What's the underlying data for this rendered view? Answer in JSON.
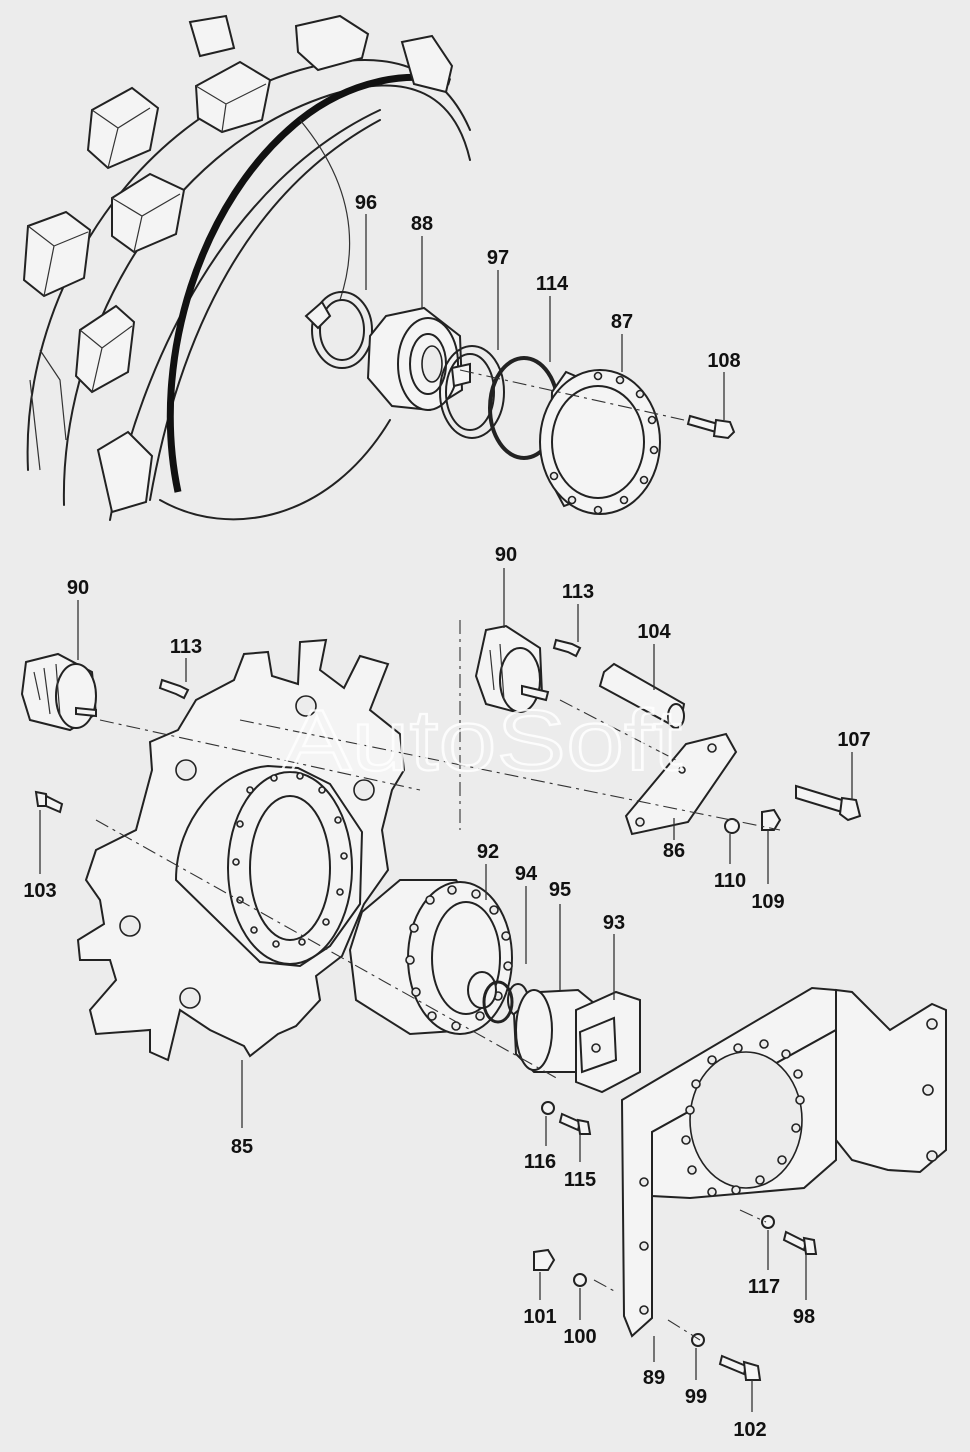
{
  "watermark": "AutoSoft",
  "callouts": [
    {
      "id": "96",
      "label": "96"
    },
    {
      "id": "88",
      "label": "88"
    },
    {
      "id": "97",
      "label": "97"
    },
    {
      "id": "114",
      "label": "114"
    },
    {
      "id": "87",
      "label": "87"
    },
    {
      "id": "108",
      "label": "108"
    },
    {
      "id": "90a",
      "label": "90"
    },
    {
      "id": "90b",
      "label": "90"
    },
    {
      "id": "113a",
      "label": "113"
    },
    {
      "id": "113b",
      "label": "113"
    },
    {
      "id": "104",
      "label": "104"
    },
    {
      "id": "107",
      "label": "107"
    },
    {
      "id": "103",
      "label": "103"
    },
    {
      "id": "92",
      "label": "92"
    },
    {
      "id": "94",
      "label": "94"
    },
    {
      "id": "95",
      "label": "95"
    },
    {
      "id": "93",
      "label": "93"
    },
    {
      "id": "86",
      "label": "86"
    },
    {
      "id": "110",
      "label": "110"
    },
    {
      "id": "109",
      "label": "109"
    },
    {
      "id": "85",
      "label": "85"
    },
    {
      "id": "116",
      "label": "116"
    },
    {
      "id": "115",
      "label": "115"
    },
    {
      "id": "117",
      "label": "117"
    },
    {
      "id": "98",
      "label": "98"
    },
    {
      "id": "101",
      "label": "101"
    },
    {
      "id": "100",
      "label": "100"
    },
    {
      "id": "89",
      "label": "89"
    },
    {
      "id": "99",
      "label": "99"
    },
    {
      "id": "102",
      "label": "102"
    }
  ]
}
